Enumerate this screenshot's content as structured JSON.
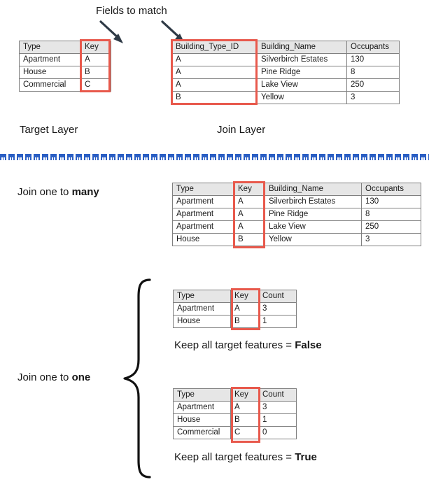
{
  "colors": {
    "highlight_red": "#e8594c",
    "divider_blue": "#2b5fc4",
    "header_gray": "#e6e6e6",
    "border_gray": "#808080",
    "text": "#1a1a1a"
  },
  "annotations": {
    "fields_to_match": "Fields to match",
    "target_layer": "Target Layer",
    "join_layer": "Join Layer",
    "join_one_to_many_prefix": "Join one to ",
    "join_one_to_many_emphasis": "many",
    "join_one_to_one_prefix": "Join one to ",
    "join_one_to_one_emphasis": "one",
    "keep_all_prefix": "Keep all target features = ",
    "keep_all_false": "False",
    "keep_all_true": "True"
  },
  "tables": {
    "target_layer": {
      "name": "Target Layer",
      "columns": [
        "Type",
        "Key"
      ],
      "highlight_column_index": 1,
      "rows": [
        [
          "Apartment",
          "A"
        ],
        [
          "House",
          "B"
        ],
        [
          "Commercial",
          "C"
        ]
      ]
    },
    "join_layer": {
      "name": "Join Layer",
      "columns": [
        "Building_Type_ID",
        "Building_Name",
        "Occupants"
      ],
      "highlight_column_index": 0,
      "rows": [
        [
          "A",
          "Silverbirch Estates",
          "130"
        ],
        [
          "A",
          "Pine Ridge",
          "8"
        ],
        [
          "A",
          "Lake View",
          "250"
        ],
        [
          "B",
          "Yellow",
          "3"
        ]
      ]
    },
    "one_to_many": {
      "name": "Join one to many result",
      "columns": [
        "Type",
        "Key",
        "Building_Name",
        "Occupants"
      ],
      "highlight_column_index": 1,
      "rows": [
        [
          "Apartment",
          "A",
          "Silverbirch Estates",
          "130"
        ],
        [
          "Apartment",
          "A",
          "Pine Ridge",
          "8"
        ],
        [
          "Apartment",
          "A",
          "Lake View",
          "250"
        ],
        [
          "House",
          "B",
          "Yellow",
          "3"
        ]
      ]
    },
    "one_to_one_false": {
      "name": "Join one to one, keep all target features False",
      "columns": [
        "Type",
        "Key",
        "Count"
      ],
      "highlight_column_index": 1,
      "rows": [
        [
          "Apartment",
          "A",
          "3"
        ],
        [
          "House",
          "B",
          "1"
        ]
      ]
    },
    "one_to_one_true": {
      "name": "Join one to one, keep all target features True",
      "columns": [
        "Type",
        "Key",
        "Count"
      ],
      "highlight_column_index": 1,
      "rows": [
        [
          "Apartment",
          "A",
          "3"
        ],
        [
          "House",
          "B",
          "1"
        ],
        [
          "Commercial",
          "C",
          "0"
        ]
      ]
    }
  },
  "icons": {
    "arrow_left": "arrow-down-right-icon",
    "arrow_right": "arrow-down-right-icon",
    "brace": "curly-brace-icon",
    "divider": "decorative-divider-icon"
  }
}
